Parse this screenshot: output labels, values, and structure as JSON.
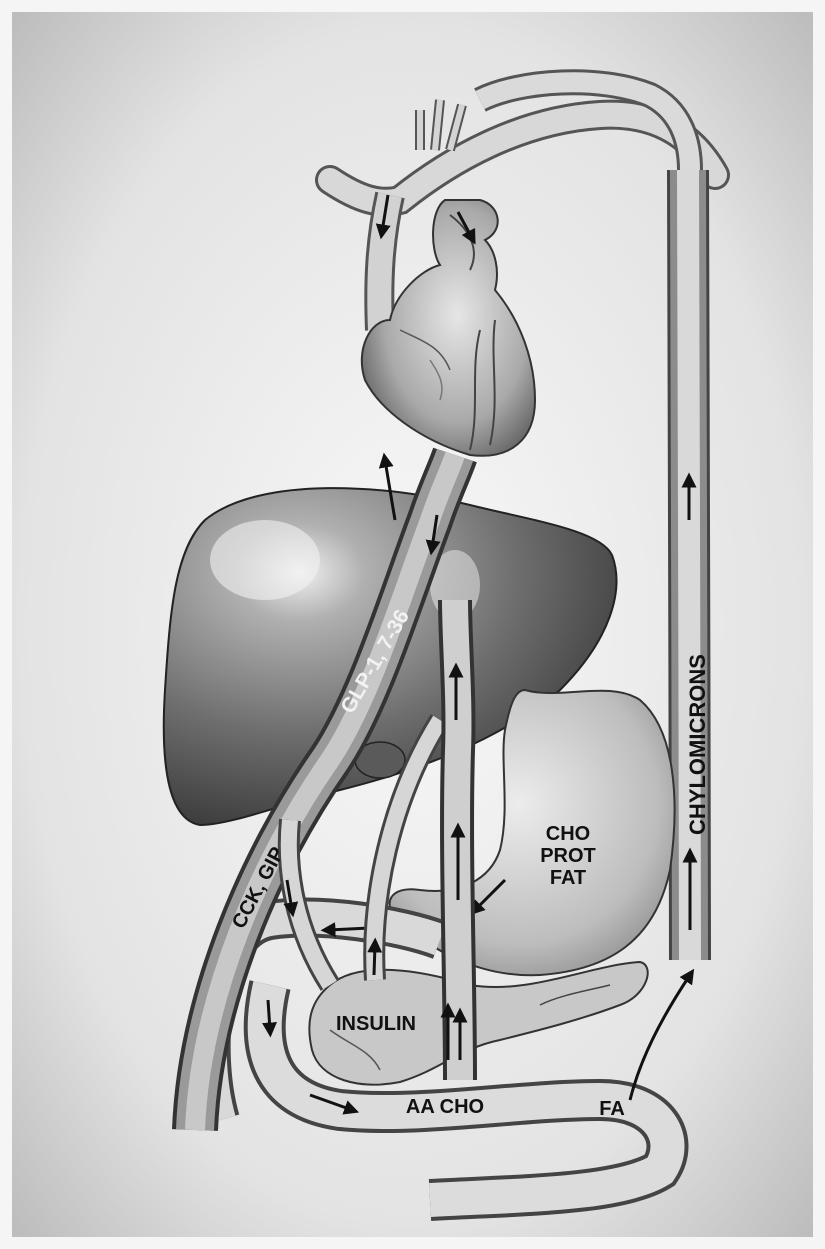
{
  "diagram": {
    "vessel_labels": {
      "chylomicrons": "CHYLOMICRONS",
      "glp1": "GLP-1, 7-36",
      "cck_gip": "CCK, GIP"
    },
    "organ_labels": {
      "stomach_line1": "CHO",
      "stomach_line2": "PROT",
      "stomach_line3": "FAT",
      "insulin": "INSULIN"
    },
    "intestine_labels": {
      "aa_cho": "AA CHO",
      "fa": "FA"
    }
  }
}
